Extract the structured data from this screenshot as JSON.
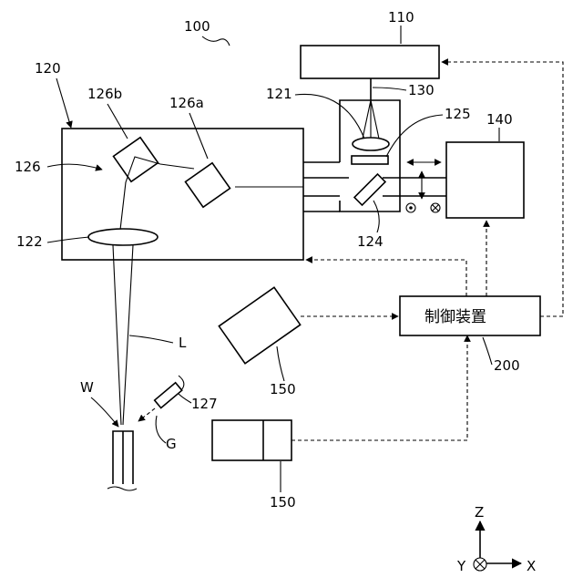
{
  "labels": {
    "system": "100",
    "head_unit": "120",
    "laser_source": "110",
    "fiber": "130",
    "collimator": "121",
    "optic_element": "125",
    "imaging_unit": "140",
    "galvo_assembly": "126",
    "galvo_mirror_b": "126b",
    "galvo_mirror_a": "126a",
    "focus_lens": "122",
    "beam_splitter": "124",
    "laser_beam": "L",
    "workpiece": "W",
    "gas_nozzle": "127",
    "gas": "G",
    "camera_upper": "150",
    "camera_lower": "150",
    "controller": "制御装置",
    "controller_ref": "200"
  },
  "axes": {
    "z": "Z",
    "x": "X",
    "y": "Y"
  }
}
